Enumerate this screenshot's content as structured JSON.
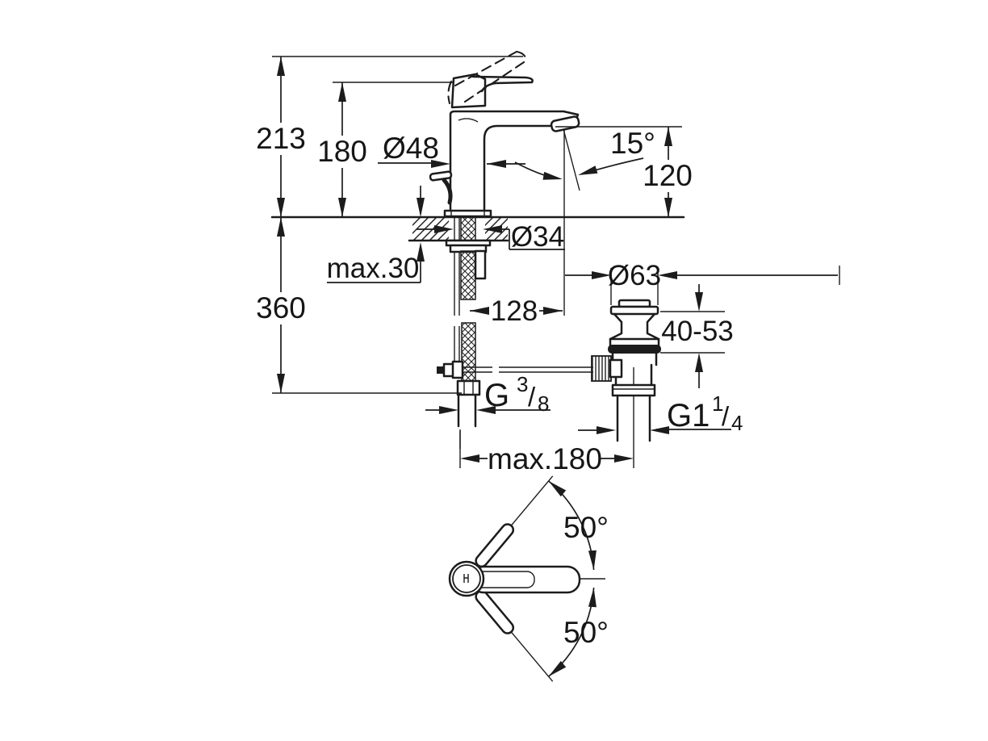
{
  "drawing": {
    "type": "technical-dimension-drawing",
    "product": "single-lever basin mixer with pop-up waste",
    "units": "mm",
    "labels": {
      "total_height": "213",
      "handle_height": "180",
      "body_diameter": "Ø48",
      "aerator_angle": "15°",
      "spout_outlet_height": "120",
      "mounting_hole_diameter": "Ø34",
      "max_counter_thickness": "max.30",
      "installation_depth": "360",
      "spout_projection": "128",
      "waste_flange_diameter": "Ø63",
      "waste_adjust_range": "40-53",
      "supply_thread_base": "G",
      "supply_thread_numerator": "3",
      "supply_thread_slash": "/",
      "supply_thread_denominator": "8",
      "waste_thread_base": "G1",
      "waste_thread_numerator": "1",
      "waste_thread_slash": "/",
      "waste_thread_denominator": "4",
      "max_hose_waste_distance": "max.180",
      "handle_swing_up": "50°",
      "handle_swing_down": "50°"
    }
  }
}
